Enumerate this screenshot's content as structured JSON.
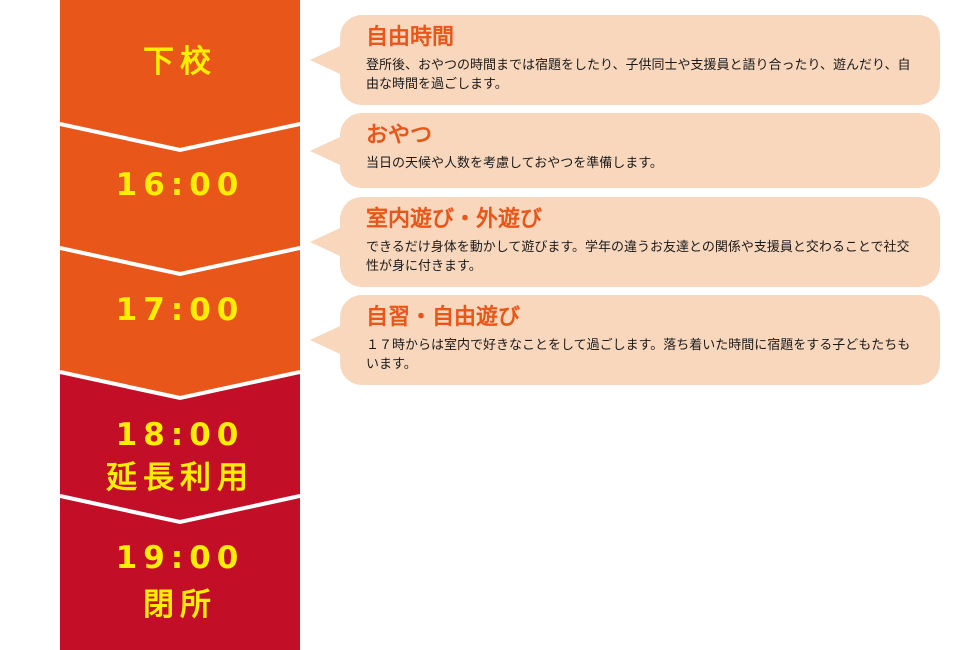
{
  "colors": {
    "orange": "#e8561a",
    "red": "#c20f27",
    "label": "#ffee00",
    "bubble": "#f8d7bd",
    "title": "#e8561a"
  },
  "timeline": [
    {
      "lines": [
        "下校"
      ]
    },
    {
      "lines": [
        "16:00"
      ]
    },
    {
      "lines": [
        "17:00"
      ]
    },
    {
      "lines": [
        "18:00",
        "延長利用"
      ]
    },
    {
      "lines": [
        "19:00",
        "閉所"
      ]
    }
  ],
  "activities": [
    {
      "title": "自由時間",
      "text": "登所後、おやつの時間までは宿題をしたり、子供同士や支援員と語り合ったり、遊んだり、自由な時間を過ごします。"
    },
    {
      "title": "おやつ",
      "text": "当日の天候や人数を考慮しておやつを準備します。"
    },
    {
      "title": "室内遊び・外遊び",
      "text": "できるだけ身体を動かして遊びます。学年の違うお友達との関係や支援員と交わることで社交性が身に付きます。"
    },
    {
      "title": "自習・自由遊び",
      "text": "１７時からは室内で好きなことをして過ごします。落ち着いた時間に宿題をする子どもたちもいます。"
    }
  ]
}
